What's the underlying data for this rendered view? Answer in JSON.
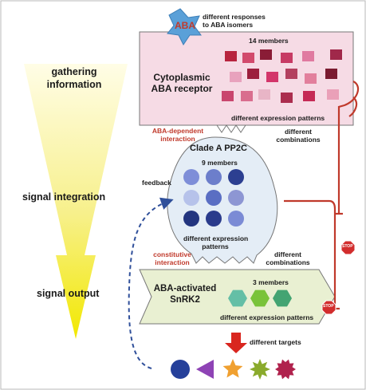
{
  "colors": {
    "receptor_box": "#f6dbe5",
    "pp2c_body": "#e4edf6",
    "snrk2_box": "#e9f0d2",
    "red_line": "#c0392b",
    "feedback": "#2f4f9a",
    "funnel_top": "#fffde6",
    "funnel_bottom": "#f2e800"
  },
  "left_labels": {
    "gathering": "gathering\ninformation",
    "integration": "signal integration",
    "output": "signal output"
  },
  "aba": {
    "label": "ABA",
    "responses": "different responses\nto ABA isomers"
  },
  "receptor": {
    "title": "Cytoplasmic\nABA receptor",
    "members": "14 members",
    "patterns": "different expression patterns",
    "square_colors": [
      "#b8243e",
      "#d24a6c",
      "#8a1c36",
      "#c73a64",
      "#e07aa0",
      "#a0284a",
      "#e8a2bd",
      "#9c1f3d",
      "#d3356a",
      "#b3405f",
      "#e27f9c",
      "#7a1a30",
      "#c9466e",
      "#d96d8e",
      "#e8b5c6",
      "#ab2d4e",
      "#c52a55",
      "#eaa0b8"
    ]
  },
  "interaction1": "ABA-dependent\ninteraction",
  "combinations1": "different\ncombinations",
  "pp2c": {
    "title": "Clade A PP2C",
    "members": "9 members",
    "patterns": "different expression\npatterns",
    "circle_colors": [
      "#7e8ed8",
      "#6c7ecb",
      "#2c3f91",
      "#b6c2ea",
      "#5a6ec3",
      "#8d96d3",
      "#23357f",
      "#2a3b8c",
      "#7b8bd5"
    ]
  },
  "feedback": "feedback",
  "interaction2": "constitutive\ninteraction",
  "combinations2": "different\ncombinations",
  "snrk2": {
    "title": "ABA-activated\nSnRK2",
    "members": "3 members",
    "patterns": "different expression patterns",
    "hex_colors": [
      "#64bfa6",
      "#79c33a",
      "#43a472"
    ]
  },
  "stop": "STOP",
  "targets": {
    "label": "different targets",
    "shape_colors": [
      "#25409a",
      "#8e43b5",
      "#f0a030",
      "#8aaa2c",
      "#b0224d"
    ]
  }
}
